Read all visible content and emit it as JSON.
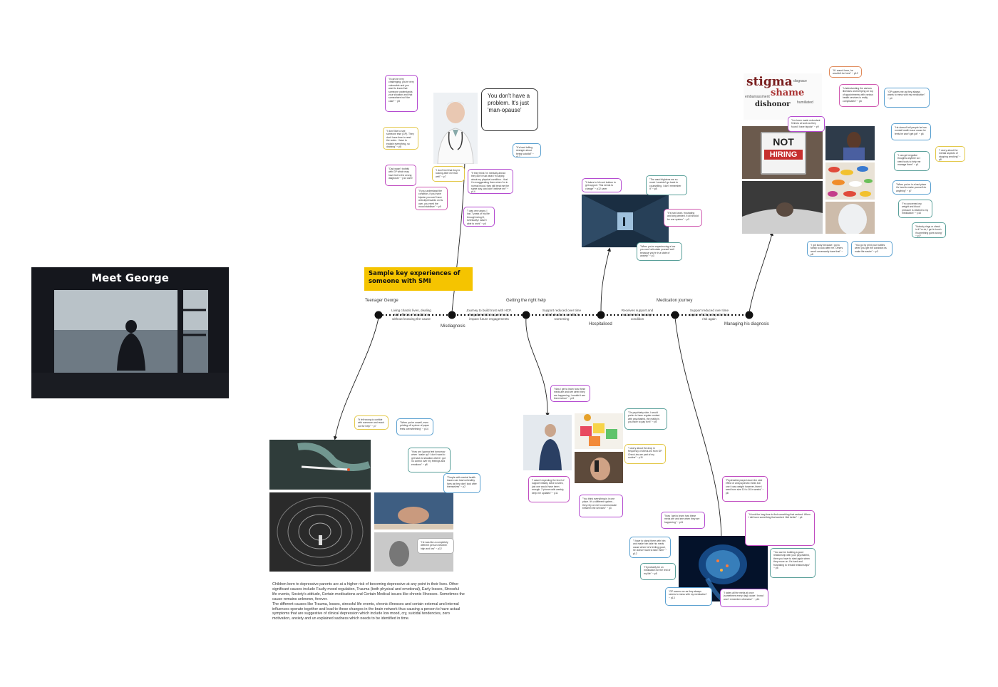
{
  "hero": {
    "title": "Meet George"
  },
  "sticky_note": {
    "text": "Sample key experiences of someone with SMI"
  },
  "doctor_speech": {
    "text": "You don't have a problem. It's just 'man-opause'"
  },
  "timeline": {
    "above_labels": [
      "Teenager George",
      "Getting the right help",
      "Medication journey"
    ],
    "below_labels": [
      "Misdiagnosis",
      "Hospitalised",
      "Managing his diagnosis"
    ],
    "descriptions": [
      "Living chaotic lives, dealing with effects of conditions without knowing the cause",
      "Journey to build trust with HCP. Negative initial experiences impact future engagements",
      "Support reduced over time which leads to condition worsening",
      "Receives support and resources to manage condition",
      "Support reduced over time again which puts patient at risk again"
    ]
  },
  "stigma_cloud": {
    "main": "stigma",
    "secondary": [
      "shame",
      "dishonor",
      "embarrassment",
      "humiliated",
      "disgrace"
    ]
  },
  "not_hiring_sign": {
    "line1": "NOT",
    "line2": "HIRING"
  },
  "body_text": {
    "paragraph1": "Children born to depressive parents are at a higher risk of becoming depressive at any point in their lives. Other significant causes include Faulty mood regulation, Trauma (both physical and emotional), Early losses, Stressful life events, Society's attitude, Certain medications and Certain Medical issues like chronic Illnesses. Sometimes the cause remains unknown, forever.",
    "paragraph2": "The different causes like Trauma, losses, stressful life events, chronic illnesses and certain external and internal influences operate together and lead to these changes in the brain network thus causing a person to  have actual symptoms that are suggestive of clinical depression which include low mood, cry, suicidal tendencies, zero motivation, anxiety and  un explained sadness which needs to be identified in time."
  },
  "quotes": {
    "q_top_1": "\"It can be very challenging, you're very vulnerable and you want to know that someone understands your situation and that somewhere isn't the case\" ~ p5",
    "q_top_2": "\"I don't like to see someone else (GP). They don't have time to read the notes. I have to explain everything, so draining\" ~ p8",
    "q_top_3": "\"Dad wasn't truthful with GP which may have led to the wrong diagnosis\" ~ p13 carer",
    "q_top_4": "\"If you understand the condition, if you have bipolar you can't have anti-depressants on its own, you need the mood stabiliser\" ~ p9",
    "q_top_5": "\"I don't feel that they're looking after me that well\" ~ p7",
    "q_top_6": "\"If they think I'm mentally ahead they don't trust what I'm saying about my physical condition... that I'm exaggerating them when I'm in normal mood, they still treat me the same way, and don't believe me\" ~ p14",
    "q_top_7": "\"I was very angry, I lost 7 years of my life through being ill, eventually I wasn't able to work\" ~ p4",
    "q_top_8": "\"It's hard telling stranger about being suicidal\" ~ p13",
    "q_hosp_1": "\"It takes to hit rock bottom to get support. This needs to change\" ~ p12 carer",
    "q_hosp_2": "\"The ward frightens me so much I wouldn't go back to counselling. I don't remember it\" ~ p8",
    "q_hosp_3": "\"It's hard work, frustrating and long winded. It all should be one system\" ~ p3",
    "q_hosp_4": "\"When you're experiencing a low you can't articulate yourself well because you're in a state of anxiety\" ~ p3",
    "q_right_1": "\"If I wasn't here, he wouldn't be here\" ~ p12",
    "q_right_2": "\"Understanding the various illnesses and keeping on top of appointments with various health services is really complicated\" ~ p6",
    "q_right_3": "\"GP scares me as they always wants to mess with my medication\" ~ p4",
    "q_right_4": "\"I've been made redundant 5 times at work as they found I have bipolar\" ~ p9",
    "q_right_5": "\"He doesn't tell people he has mental health issue cause he feels he won't get job\" ~ p6",
    "q_right_6": "\"I worry about the mental aspects of stopping smoking\" ~ p8",
    "q_right_7": "\"I can get negative thoughts anytime so I need tools to help me manage them\" ~ p1",
    "q_right_8": "\"When you're in a bad place it's hard to make yourself do anything\" ~ p7",
    "q_right_9": "\"I'm concerned my weight and blood pressure is related to my medication\" ~ p10",
    "q_right_10": "\"Nobody rings or check in if I'm ok, I get in touch if something goes wrong\" ~ p11",
    "q_right_11": "\"I got lucky because I got a family to look after me. Others aren't necessarily have that\" ~ p8",
    "q_right_12": "\"You go by print your battles when you get the condition its make life easier\" ~ p3",
    "q_teen_1": "\"It felt wrong to confide with someone and reach out for help\" ~ p7",
    "q_teen_2": "\"When you're unwell, even printing off a piece of paper feels overwhelming\" ~ p14",
    "q_teen_3": "\"How am I gonna feel tomorrow when I wake up? I don't want to get back to situation where I got no control over my feelings and emotions\" ~ p8",
    "q_teen_4": "\"People with mental health issues can lead unhealthy lives as they don't look after themselves\" ~ p2",
    "q_teen_5": "\"He was like a completely different person between high and low\" ~ p12",
    "q_mid_1": "\"Now I get to learn how these meds are and see when they are happening, I wouldn't see them before\" ~ p11",
    "q_mid_2": "\"On psychiatry side, I would prefer to have regular contact with psychiatrist, the reality is you have to pay for it\" ~ p5",
    "q_mid_3": "\"I worry about the drop in frequency of check-ins from GP. Check-ins are part of my routine\" ~ p11",
    "q_mid_4": "\"I wasn't expecting the level of support initially, twice a week, just one would have been enough. 2 phone calls weekly, keep me updated\" ~ p11",
    "q_mid_5": "\"You think everything is in one place. It's a different system... they rely on me to communicate between the services\" ~ p3",
    "q_med_1": "\"Psychiatrist played down the side effect of anti-psychotic meds but one it was weight however, there I went from size 10 to 16 in weeks\" ~ p8",
    "q_med_2": "\"Now I get to learn how these meds are and see when they are happening\" ~ p11",
    "q_med_3": "\"I have to stand there with him and make him take his meds cause when he's feeling good, he doesn't want to take them\" ~ p12",
    "q_med_4": "\"I'll probably be on medication for the rest of my life\" ~ p8",
    "q_med_5": "\"It took the long time to find something that worked. When I did have something that worked I felt better\" ~ p4",
    "q_med_6": "\"You can be building a good relationship with your psychiatrist, then you have to start again when they move on. It's hard and frustrating to rebuild relationships\" ~ p5",
    "q_med_7": "\"GP scares me as they always seems to mess with my medication\" ~ p13",
    "q_med_8": "\"I takes all the meds at once (sometimes every day) cause I know I won't remember otherwise\" ~ p14"
  }
}
